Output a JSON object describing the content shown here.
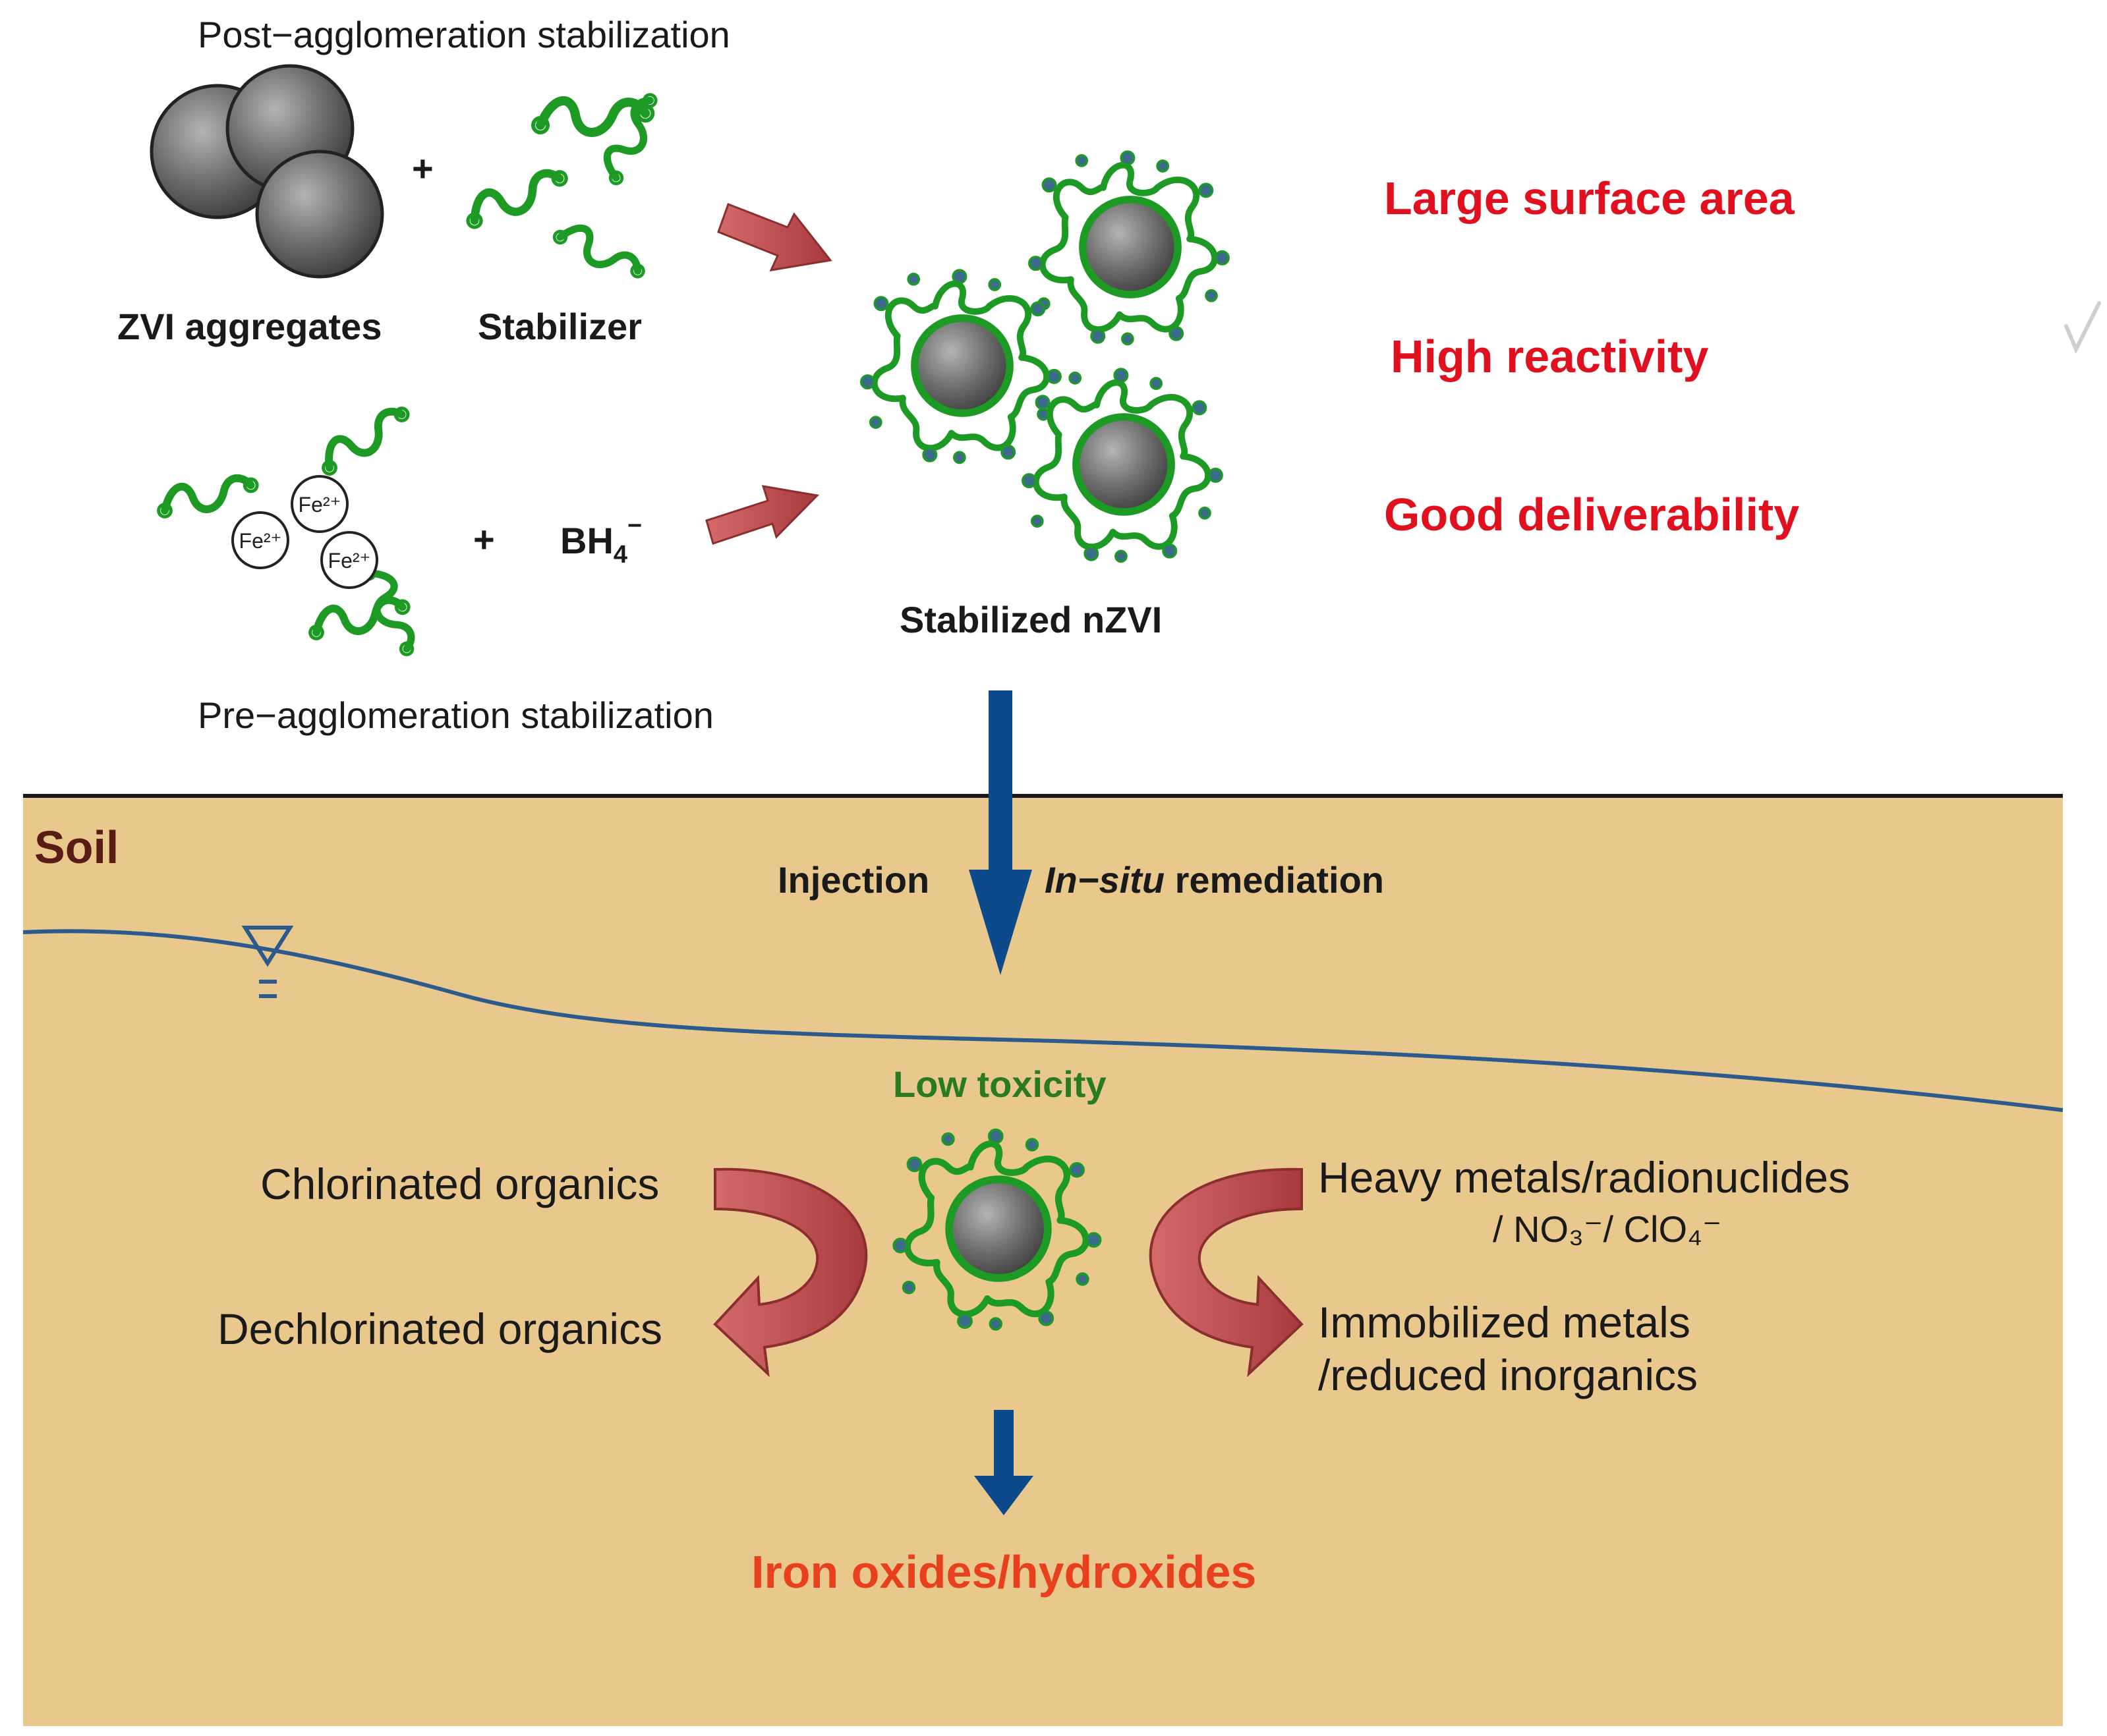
{
  "labels": {
    "post_agglomeration": "Post−agglomeration stabilization",
    "pre_agglomeration": "Pre−agglomeration stabilization",
    "zvi_aggregates": "ZVI aggregates",
    "stabilizer": "Stabilizer",
    "plus": "+",
    "bh4_base": "BH",
    "bh4_sub": "4",
    "bh4_sup": "−",
    "fe_ion": "Fe²⁺",
    "stabilized_nzvi": "Stabilized nZVI",
    "soil": "Soil",
    "injection": "Injection",
    "in_situ": "In−situ",
    "remediation": "remediation",
    "low_toxicity": "Low toxicity",
    "chlorinated": "Chlorinated organics",
    "dechlorinated": "Dechlorinated organics",
    "heavy_metals": "Heavy metals/radionuclides",
    "no3_clo4": "/ NO₃⁻/ ClO₄⁻",
    "immobilized_1": "Immobilized metals",
    "immobilized_2": "/reduced inorganics",
    "iron_oxides": "Iron oxides/hydroxides"
  },
  "properties": [
    "Large surface area",
    "High reactivity",
    "Good deliverability"
  ],
  "colors": {
    "soil": "#e9c88e",
    "water_line": "#2c5a8c",
    "polymer_green": "#1d9a24",
    "polymer_node": "#3a6c8a",
    "red_arrow": "#b9484a",
    "blue_arrow": "#0c4a8c",
    "property_text": "#e0101e",
    "low_toxicity_text": "#2a7a1e",
    "iron_oxides_text": "#e8401c",
    "soil_label": "#5a1c14"
  }
}
